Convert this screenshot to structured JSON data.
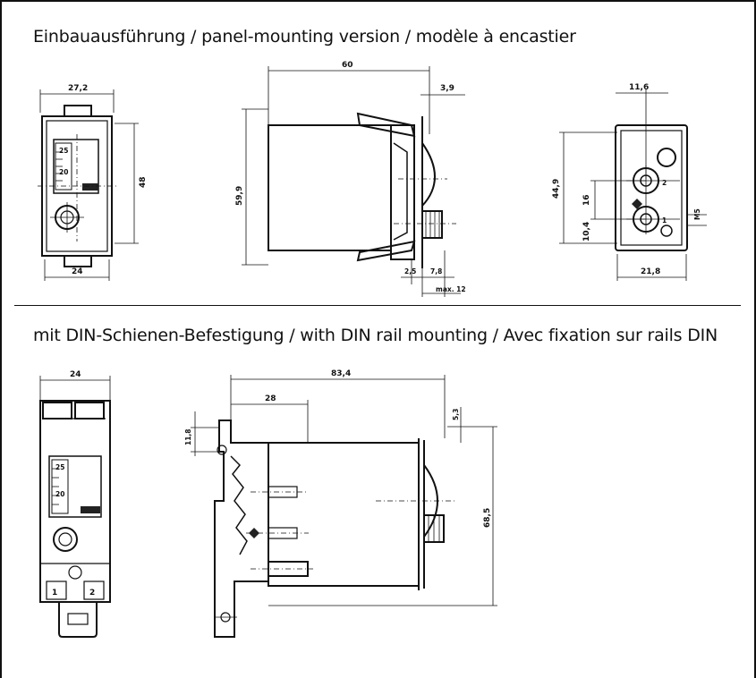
{
  "headings": {
    "panel": "Einbauausführung / panel-mounting version / modèle à encastier",
    "din": "mit DIN-Schienen-Befestigung / with DIN rail mounting / Avec fixation sur rails DIN"
  },
  "panel_front": {
    "width_top": "27,2",
    "height_right": "48",
    "width_bottom": "24",
    "scale_top": "25",
    "scale_bottom": "20"
  },
  "panel_side": {
    "length_top": "60",
    "offset_top": "3,9",
    "height_left": "59,9",
    "bottom_left": "2,5",
    "bottom_right": "7,8",
    "max_note": "max. 12"
  },
  "panel_rear": {
    "width_top": "11,6",
    "height_left": "44,9",
    "inner_16": "16",
    "inner_10": "10,4",
    "right_small": "M5",
    "width_bottom": "21,8",
    "terminal_2": "2",
    "terminal_1": "1"
  },
  "din_front": {
    "width_top": "24",
    "scale_top": "25",
    "scale_bottom": "20",
    "terminal_1": "1",
    "terminal_2": "2"
  },
  "din_side": {
    "length_top": "83,4",
    "length_28": "28",
    "offset_right": "5,3",
    "left_small": "11,8",
    "height_right": "68,5"
  }
}
